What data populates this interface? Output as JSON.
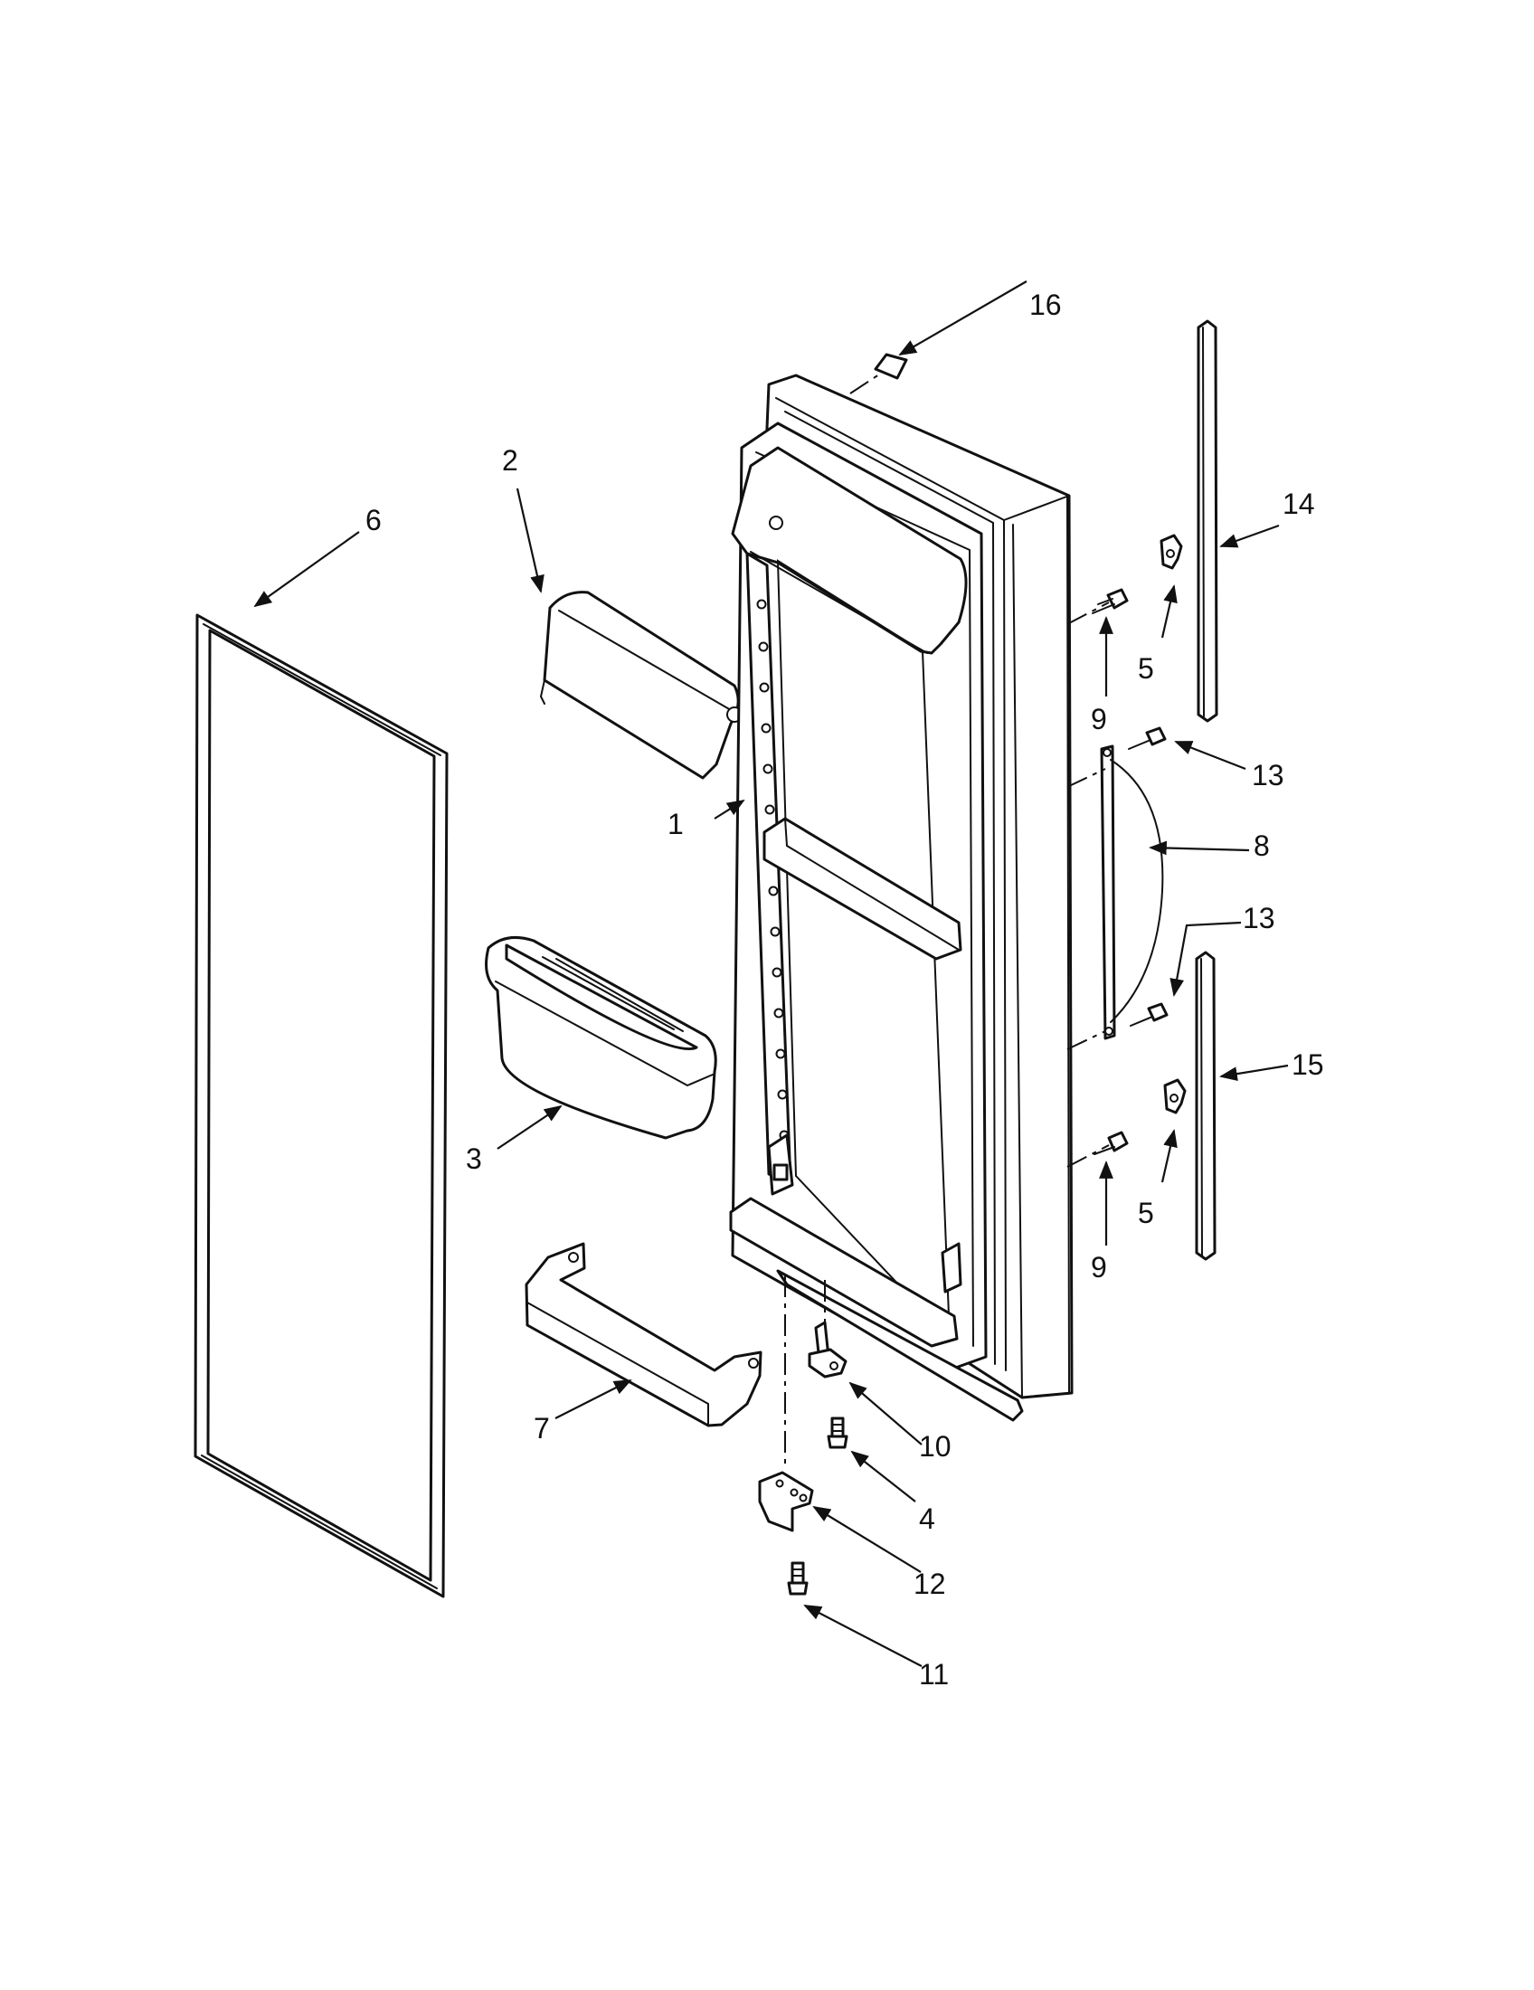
{
  "callouts": {
    "c1": "1",
    "c2": "2",
    "c3": "3",
    "c4": "4",
    "c5a": "5",
    "c5b": "5",
    "c6": "6",
    "c7": "7",
    "c8": "8",
    "c9a": "9",
    "c9b": "9",
    "c10": "10",
    "c11": "11",
    "c12": "12",
    "c13a": "13",
    "c13b": "13",
    "c14": "14",
    "c15": "15",
    "c16": "16"
  },
  "colors": {
    "line": "#111111",
    "background": "#ffffff"
  }
}
